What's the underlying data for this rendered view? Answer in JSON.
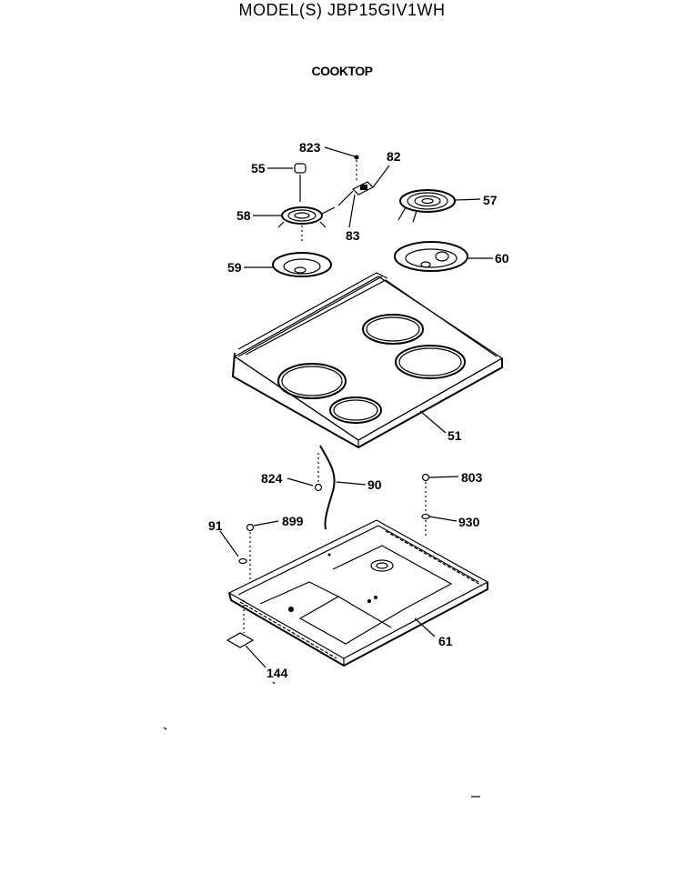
{
  "header": {
    "model_title": "MODEL(S) JBP15GIV1WH",
    "section_title": "COOKTOP"
  },
  "callouts": {
    "p823": "823",
    "p82": "82",
    "p55": "55",
    "p57": "57",
    "p58": "58",
    "p83": "83",
    "p59": "59",
    "p60": "60",
    "p51": "51",
    "p824": "824",
    "p90": "90",
    "p803": "803",
    "p91": "91",
    "p899": "899",
    "p930": "930",
    "p61": "61",
    "p144": "144"
  }
}
